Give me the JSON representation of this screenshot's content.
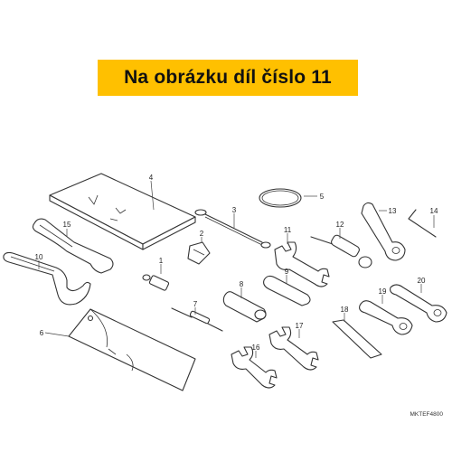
{
  "banner": {
    "text": "Na obrázku díl číslo 11",
    "color": "#ffc000"
  },
  "labels": [
    "1",
    "2",
    "3",
    "4",
    "5",
    "6",
    "7",
    "8",
    "9",
    "10",
    "11",
    "12",
    "13",
    "14",
    "15",
    "16",
    "17",
    "18",
    "19",
    "20"
  ],
  "diagram_code": "MKTEF4800"
}
